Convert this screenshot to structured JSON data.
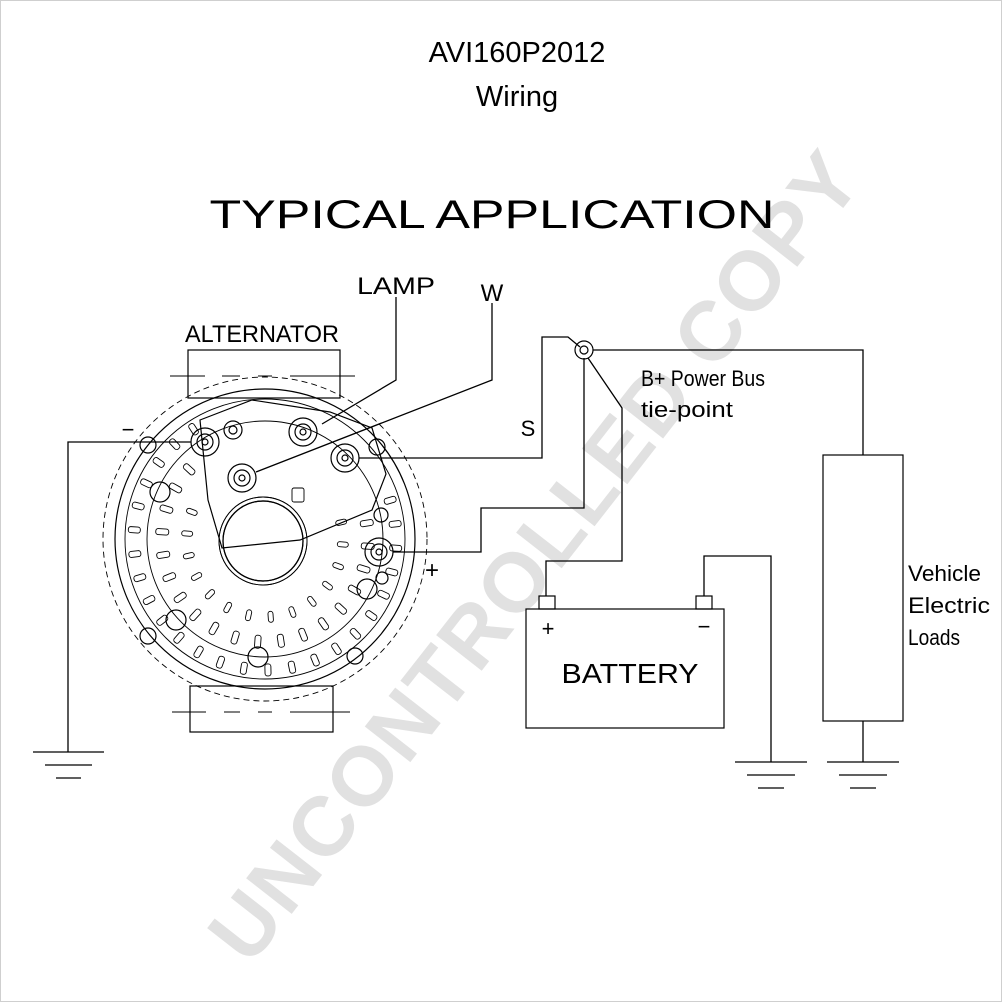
{
  "title": {
    "line1": "AVI160P2012",
    "line2": "Wiring"
  },
  "diagram": {
    "heading": "TYPICAL APPLICATION",
    "labels": {
      "alternator": "ALTERNATOR",
      "lamp": "LAMP",
      "w": "W",
      "s": "S",
      "minus": "−",
      "plus": "+",
      "bus_line1": "B+ Power Bus",
      "bus_line2": "tie-point",
      "battery": "BATTERY",
      "battery_plus": "+",
      "battery_minus": "−",
      "loads_line1": "Vehicle",
      "loads_line2": "Electric",
      "loads_line3": "Loads"
    }
  },
  "watermark": "UNCONTROLLED COPY",
  "colors": {
    "line": "#000000",
    "background": "#ffffff",
    "watermark": "#c9c9c9"
  }
}
